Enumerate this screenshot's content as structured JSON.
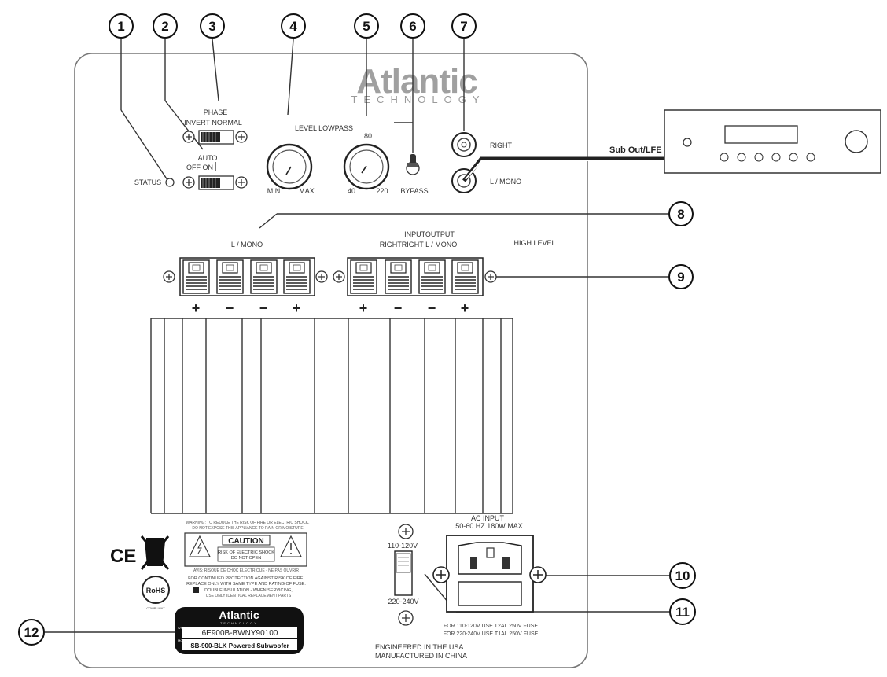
{
  "brand": {
    "name": "Atlantic",
    "tagline": "TECHNOLOGY"
  },
  "callouts": [
    "1",
    "2",
    "3",
    "4",
    "5",
    "6",
    "7",
    "8",
    "9",
    "10",
    "11",
    "12"
  ],
  "controls": {
    "status_label": "STATUS",
    "auto_label": "AUTO",
    "off_on_label": "OFF ON",
    "phase_label": "PHASE",
    "invert_normal_label": "INVERT NORMAL",
    "level_lowpass_label": "LEVEL LOWPASS",
    "level_min": "MIN",
    "level_max": "MAX",
    "lowpass_80": "80",
    "lowpass_40": "40",
    "lowpass_220": "220",
    "bypass_label": "BYPASS",
    "right_label": "RIGHT",
    "l_mono_label": "L / MONO"
  },
  "receiver": {
    "sub_out_label": "Sub Out/LFE"
  },
  "high_level": {
    "l_mono_label": "L / MONO",
    "input_output_label": "INPUTOUTPUT",
    "right_labels": "RIGHTRIGHT L / MONO",
    "high_level_label": "HIGH LEVEL",
    "left_polarity": [
      "+",
      "−",
      "−",
      "+"
    ],
    "right_polarity": [
      "+",
      "−",
      "−",
      "+"
    ]
  },
  "warnings": {
    "top_small_line1": "WARNING: TO REDUCE THE RISK OF FIRE OR ELECTRIC SHOCK,",
    "top_small_line2": "DO NOT EXPOSE THIS APPLIANCE TO RAIN OR MOISTURE",
    "caution_title": "CAUTION",
    "caution_line1": "RISK OF ELECTRIC SHOCK",
    "caution_line2": "DO NOT OPEN",
    "bottom_small": "AVIS: RISQUE DE CHOC ELECTRIQUE - NE PAS OUVRIR",
    "fuse_line1": "FOR CONTINUED PROTECTION AGAINST RISK OF FIRE,",
    "fuse_line2": "REPLACE ONLY WITH SAME TYPE AND RATING OF FUSE.",
    "double_insulation": "DOUBLE INSULATION - WHEN SERVICING,",
    "double_insulation_2": "USE ONLY IDENTICAL REPLACEMENT PARTS"
  },
  "logos": {
    "ce": "CE",
    "rohs": "RoHS",
    "rohs_sub": "COMPLIANT"
  },
  "voltage": {
    "v110": "110-120V",
    "v220": "220-240V"
  },
  "ac_input": {
    "title": "AC INPUT",
    "spec": "50-60 HZ  180W MAX",
    "fuse_110": "FOR 110-120V  USE T2AL 250V FUSE",
    "fuse_220": "FOR 220-240V  USE T1AL 250V FUSE"
  },
  "footer": {
    "line1": "ENGINEERED IN THE USA",
    "line2": "MANUFACTURED IN CHINA"
  },
  "serial_label": {
    "brand": "Atlantic",
    "tagline": "TECHNOLOGY",
    "serial_number": "6E900B-BWNY90100",
    "model": "SB-900-BLK Powered Subwoofer",
    "sn_prefix": "S/N",
    "model_prefix": "MOD"
  }
}
